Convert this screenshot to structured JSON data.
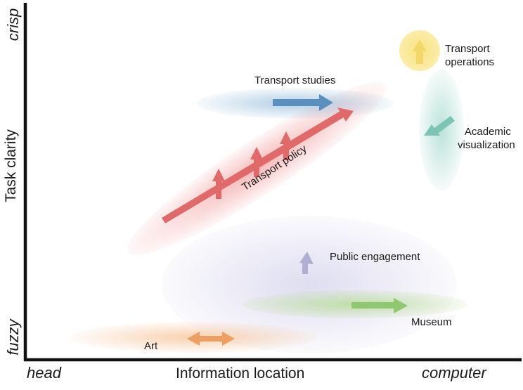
{
  "axes": {
    "x_title": "Information location",
    "x_start": "head",
    "x_end": "computer",
    "y_title": "Task clarity",
    "y_start": "fuzzy",
    "y_end": "crisp",
    "axis_color": "#111111"
  },
  "regions": [
    {
      "id": "transport-studies",
      "label": "Transport studies",
      "color": "#6fa6cf",
      "arrow_color": "#5b8fbd",
      "arrow_direction": "right"
    },
    {
      "id": "transport-policy",
      "label": "Transport policy",
      "color": "#f08080",
      "arrow_color": "#e06a6a",
      "arrow_direction": "up-right"
    },
    {
      "id": "transport-operations",
      "label_lines": [
        "Transport",
        "operations"
      ],
      "color": "#f9e27a",
      "arrow_color": "#f3d76a",
      "arrow_direction": "up"
    },
    {
      "id": "academic-visualization",
      "label_lines": [
        "Academic",
        "visualization"
      ],
      "color": "#8fcfc0",
      "arrow_color": "#7cc4b4",
      "arrow_direction": "down-left"
    },
    {
      "id": "public-engagement",
      "label": "Public engagement",
      "color": "#c9c6e6",
      "arrow_color": "#b1aed4",
      "arrow_direction": "up"
    },
    {
      "id": "museum",
      "label": "Museum",
      "color": "#b7dc95",
      "arrow_color": "#8fc870",
      "arrow_direction": "right"
    },
    {
      "id": "art",
      "label": "Art",
      "color": "#f6bd8c",
      "arrow_color": "#eea064",
      "arrow_direction": "left-right"
    }
  ]
}
